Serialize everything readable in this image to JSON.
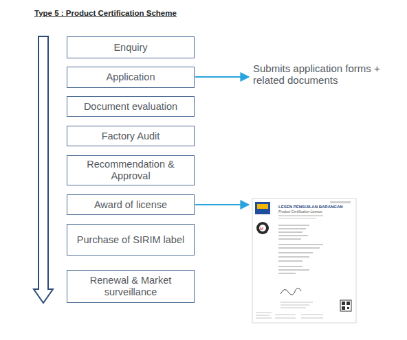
{
  "diagram": {
    "title": "Type 5 : Product Certification Scheme",
    "nodes": [
      {
        "text": [
          "Enquiry"
        ]
      },
      {
        "text": [
          "Application"
        ]
      },
      {
        "text": [
          "Document evaluation"
        ]
      },
      {
        "text": [
          "Factory Audit"
        ]
      },
      {
        "text": [
          "Recommendation & Approval"
        ]
      },
      {
        "text": [
          "Award of license"
        ]
      },
      {
        "text": [
          "Purchase of SIRIM label"
        ]
      },
      {
        "text": [
          "Renewal & Market surveillance"
        ]
      }
    ],
    "labels": [
      "Submits application forms + related documents",
      "LESEN PENSIJILAN BARANGAN",
      "Product Certification Licence"
    ]
  }
}
